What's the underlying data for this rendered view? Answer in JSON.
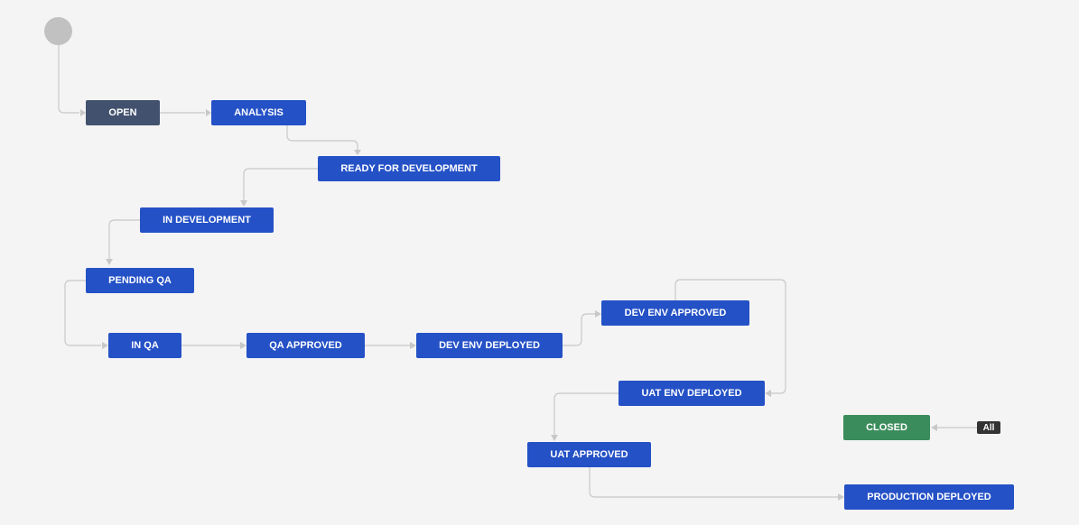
{
  "workflow": {
    "start": "start-node",
    "statuses": {
      "open": {
        "label": "OPEN",
        "color": "#42526e"
      },
      "analysis": {
        "label": "ANALYSIS",
        "color": "#2451c6"
      },
      "ready_for_development": {
        "label": "READY FOR DEVELOPMENT",
        "color": "#2451c6"
      },
      "in_development": {
        "label": "IN DEVELOPMENT",
        "color": "#2451c6"
      },
      "pending_qa": {
        "label": "PENDING QA",
        "color": "#2451c6"
      },
      "in_qa": {
        "label": "IN QA",
        "color": "#2451c6"
      },
      "qa_approved": {
        "label": "QA APPROVED",
        "color": "#2451c6"
      },
      "dev_env_deployed": {
        "label": "DEV ENV DEPLOYED",
        "color": "#2451c6"
      },
      "dev_env_approved": {
        "label": "DEV ENV APPROVED",
        "color": "#2451c6"
      },
      "uat_env_deployed": {
        "label": "UAT ENV DEPLOYED",
        "color": "#2451c6"
      },
      "uat_approved": {
        "label": "UAT APPROVED",
        "color": "#2451c6"
      },
      "production_deployed": {
        "label": "PRODUCTION DEPLOYED",
        "color": "#2451c6"
      },
      "closed": {
        "label": "CLOSED",
        "color": "#3b8c5c"
      }
    },
    "all_badge": "All",
    "transitions": [
      [
        "start",
        "open"
      ],
      [
        "open",
        "analysis"
      ],
      [
        "analysis",
        "ready_for_development"
      ],
      [
        "ready_for_development",
        "in_development"
      ],
      [
        "in_development",
        "pending_qa"
      ],
      [
        "pending_qa",
        "in_qa"
      ],
      [
        "in_qa",
        "qa_approved"
      ],
      [
        "qa_approved",
        "dev_env_deployed"
      ],
      [
        "dev_env_deployed",
        "dev_env_approved"
      ],
      [
        "dev_env_approved",
        "uat_env_deployed"
      ],
      [
        "uat_env_deployed",
        "uat_approved"
      ],
      [
        "uat_approved",
        "production_deployed"
      ],
      [
        "all",
        "closed"
      ]
    ]
  }
}
